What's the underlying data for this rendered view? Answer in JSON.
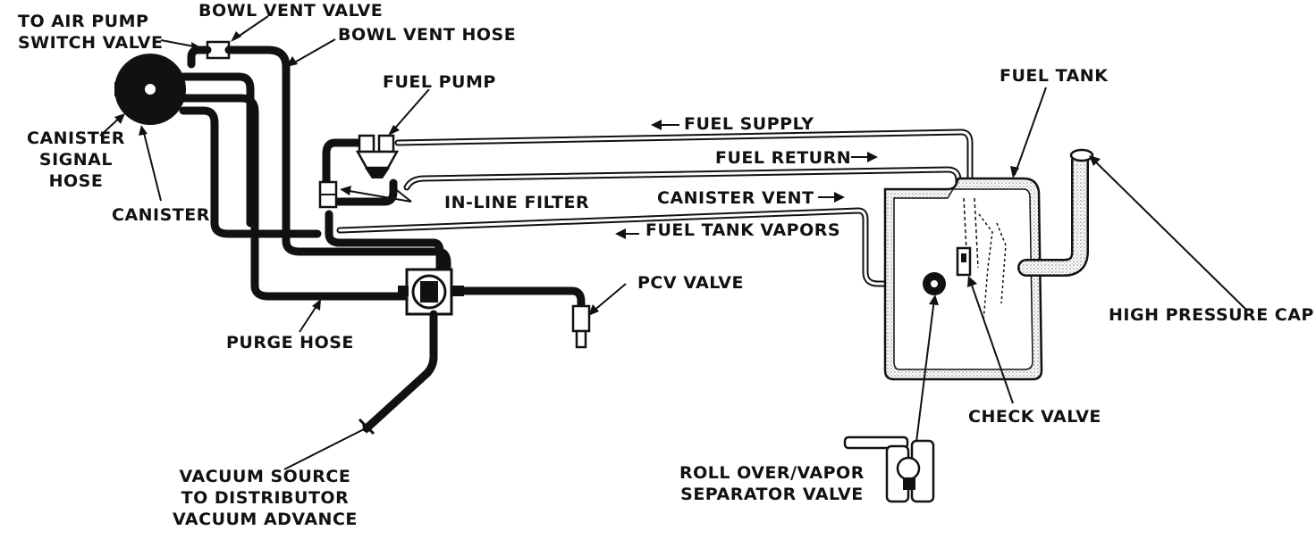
{
  "labels": {
    "air_pump": "TO AIR PUMP SWITCH VALVE",
    "air_pump_l1": "TO AIR PUMP",
    "air_pump_l2": "SWITCH VALVE",
    "bowl_vent_valve": "BOWL VENT VALVE",
    "bowl_vent_hose": "BOWL VENT HOSE",
    "fuel_pump": "FUEL PUMP",
    "fuel_supply": "FUEL SUPPLY",
    "fuel_return": "FUEL RETURN",
    "fuel_tank": "FUEL TANK",
    "canister_signal_l1": "CANISTER",
    "canister_signal_l2": "SIGNAL",
    "canister_signal_l3": "HOSE",
    "canister": "CANISTER",
    "inline_filter": "IN-LINE FILTER",
    "canister_vent": "CANISTER VENT",
    "fuel_tank_vapors": "FUEL TANK VAPORS",
    "pcv_valve": "PCV VALVE",
    "purge_hose": "PURGE HOSE",
    "high_pressure_cap": "HIGH PRESSURE CAP",
    "check_valve": "CHECK VALVE",
    "vacuum_l1": "VACUUM SOURCE",
    "vacuum_l2": "TO DISTRIBUTOR",
    "vacuum_l3": "VACUUM ADVANCE",
    "rollover_l1": "ROLL OVER/VAPOR",
    "rollover_l2": "SEPARATOR VALVE"
  },
  "colors": {
    "line": "#111111",
    "background": "#ffffff",
    "tank_fill": "#dcdcdc"
  }
}
